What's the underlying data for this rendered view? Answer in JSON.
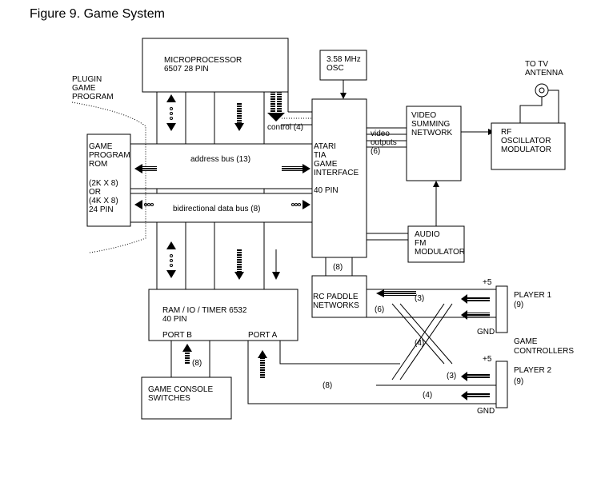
{
  "title": "Figure 9. Game System",
  "blocks": {
    "microprocessor": [
      "MICROPROCESSOR",
      "6507   28 PIN"
    ],
    "osc": [
      "3.58 MHz",
      "OSC"
    ],
    "plugin": [
      "PLUGIN",
      "GAME",
      "PROGRAM"
    ],
    "rom": [
      "GAME",
      "PROGRAM",
      "ROM",
      "",
      "(2K X 8)",
      "OR",
      "(4K X 8)",
      "24 PIN"
    ],
    "tia": [
      "ATARI",
      "TIA",
      "GAME",
      "INTERFACE",
      "",
      "40 PIN"
    ],
    "video_summing": [
      "VIDEO",
      "SUMMING",
      "NETWORK"
    ],
    "rf": [
      "RF",
      "OSCILLATOR",
      "MODULATOR"
    ],
    "tv": [
      "TO TV",
      "ANTENNA"
    ],
    "audio": [
      "AUDIO",
      "FM",
      "MODULATOR"
    ],
    "paddle": [
      "RC PADDLE",
      "NETWORKS"
    ],
    "ram": [
      "RAM / IO / TIMER  6532",
      "   40 PIN"
    ],
    "port_b": "PORT B",
    "port_a": "PORT A",
    "console": [
      "GAME CONSOLE",
      "SWITCHES"
    ],
    "player1": [
      "PLAYER 1",
      "(9)"
    ],
    "player2": [
      "PLAYER 2",
      "(9)"
    ],
    "controllers": [
      "GAME",
      "CONTROLLERS"
    ]
  },
  "labels": {
    "control": "control (4)",
    "address_bus": "address bus (13)",
    "data_bus": "bidirectional data bus (8)",
    "video_outputs": [
      "video",
      "outputs",
      "(6)"
    ],
    "paddle_bus": "(8)",
    "p1_top": "(3)",
    "p1_bottom": "(6)",
    "cross": "(4)",
    "p2_top": "(3)",
    "p2_bottom": "(4)",
    "port_a_bus": "(8)",
    "console_bus": "(8)",
    "plus5_a": "+5",
    "gnd_a": "GND",
    "plus5_b": "+5",
    "gnd_b": "GND"
  }
}
